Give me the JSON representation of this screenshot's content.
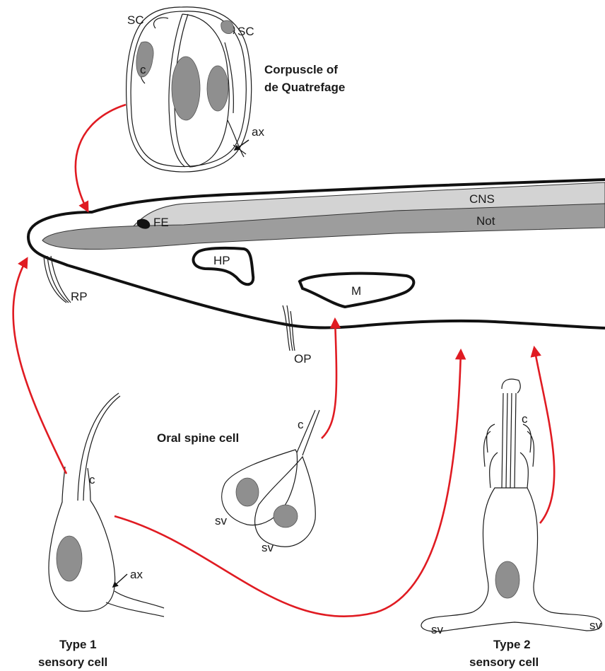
{
  "colors": {
    "arrow": "#e01b22",
    "cns": "#d3d3d3",
    "notochord": "#9d9d9d",
    "nucleus": "#8f8f8f",
    "outline": "#111111"
  },
  "titles": {
    "corpuscle_line1": "Corpuscle of",
    "corpuscle_line2": "de Quatrefage",
    "oral_spine": "Oral spine cell",
    "type1_line1": "Type 1",
    "type1_line2": "sensory cell",
    "type2_line1": "Type 2",
    "type2_line2": "sensory cell"
  },
  "labels": {
    "sc_left": "SC",
    "sc_right": "SC",
    "c_corpuscle": "c",
    "ax_corpuscle": "ax",
    "cns": "CNS",
    "not": "Not",
    "fe": "FE",
    "hp": "HP",
    "m": "M",
    "rp": "RP",
    "op": "OP",
    "c_type1": "c",
    "ax_type1": "ax",
    "c_oral": "c",
    "sv_oral_1": "sv",
    "sv_oral_2": "sv",
    "c_type2": "c",
    "sv_type2_left": "sv",
    "sv_type2_right": "sv"
  }
}
